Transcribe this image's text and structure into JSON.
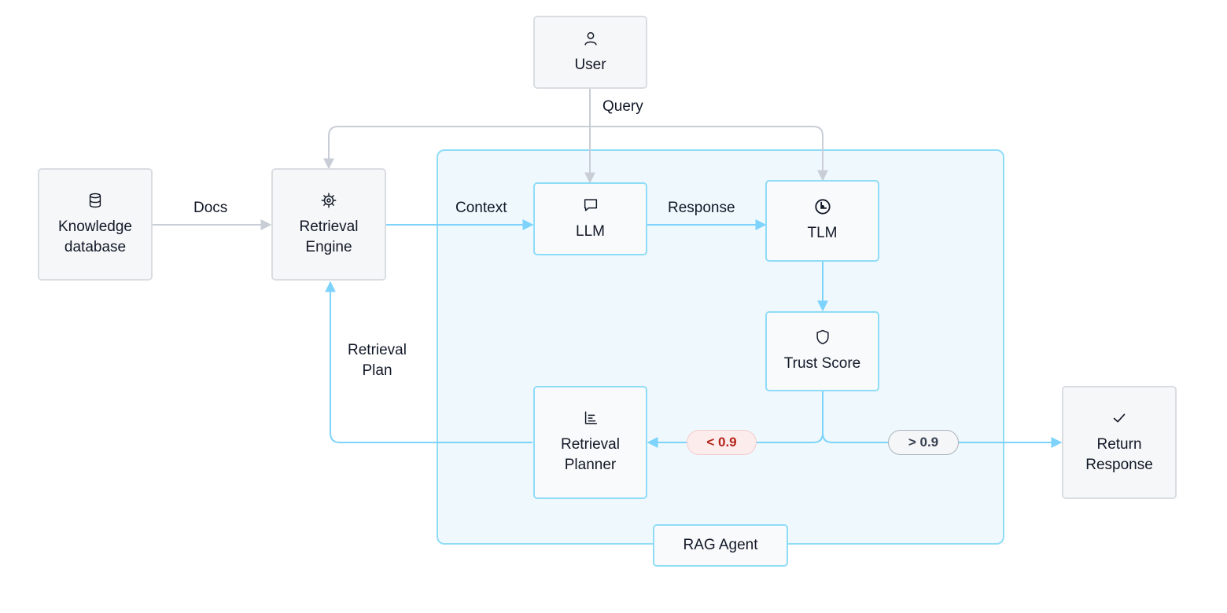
{
  "colors": {
    "agent_accent": "#8fdcf7",
    "agent_fill": "#eff9fd",
    "neutral_line": "#d1d5db",
    "low_score": "#b42318",
    "high_score": "#374151"
  },
  "nodes": {
    "user": {
      "label": "User",
      "icon": "user-icon"
    },
    "knowledge": {
      "label": "Knowledge\ndatabase",
      "icon": "database-icon"
    },
    "retrieval_engine": {
      "label": "Retrieval\nEngine",
      "icon": "gear-icon"
    },
    "llm": {
      "label": "LLM",
      "icon": "chat-bubble-icon"
    },
    "tlm": {
      "label": "TLM",
      "icon": "tlm-logo-icon"
    },
    "trust_score": {
      "label": "Trust Score",
      "icon": "shield-icon"
    },
    "retrieval_planner": {
      "label": "Retrieval\nPlanner",
      "icon": "list-chart-icon"
    },
    "return_response": {
      "label": "Return\nResponse",
      "icon": "check-icon"
    }
  },
  "edges": {
    "query": "Query",
    "docs": "Docs",
    "context": "Context",
    "response": "Response",
    "retrieval_plan": "Retrieval\nPlan",
    "low_threshold": "< 0.9",
    "high_threshold": "> 0.9"
  },
  "agent_label": "RAG Agent"
}
